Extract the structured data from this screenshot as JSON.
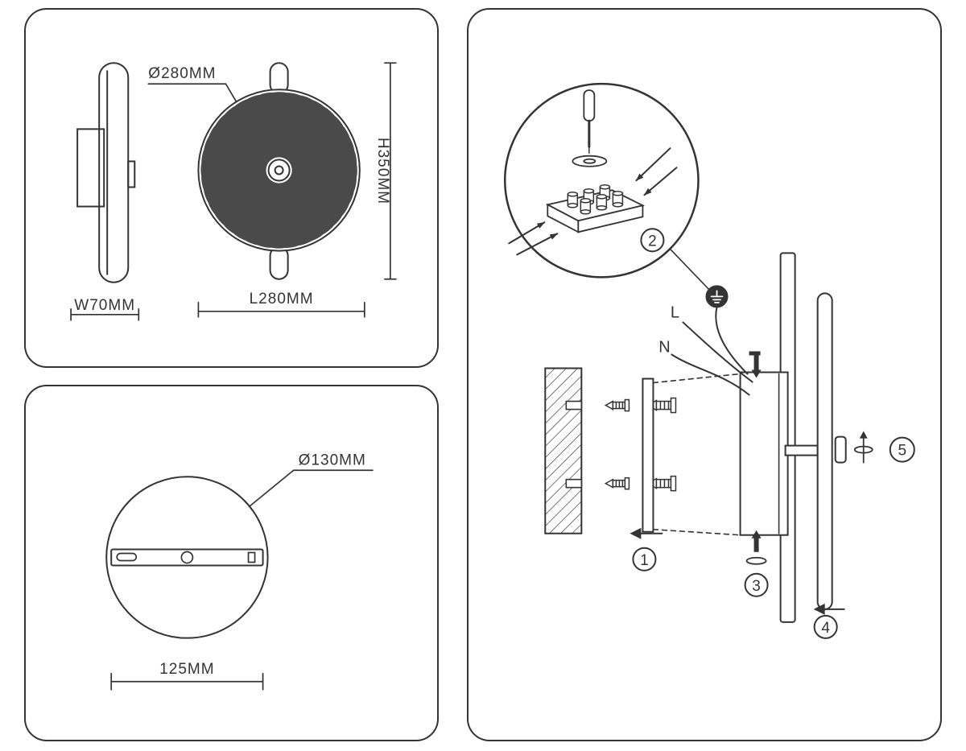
{
  "dimensions_front": {
    "diameter": "Ø280MM",
    "height": "H350MM",
    "width": "W70MM",
    "length": "L280MM"
  },
  "dimensions_base": {
    "diameter": "Ø130MM",
    "width": "125MM"
  },
  "installation": {
    "wire_live": "L",
    "wire_neutral": "N",
    "steps": [
      "1",
      "2",
      "3",
      "4",
      "5"
    ]
  },
  "colors": {
    "line": "#343434",
    "background": "#ffffff"
  }
}
